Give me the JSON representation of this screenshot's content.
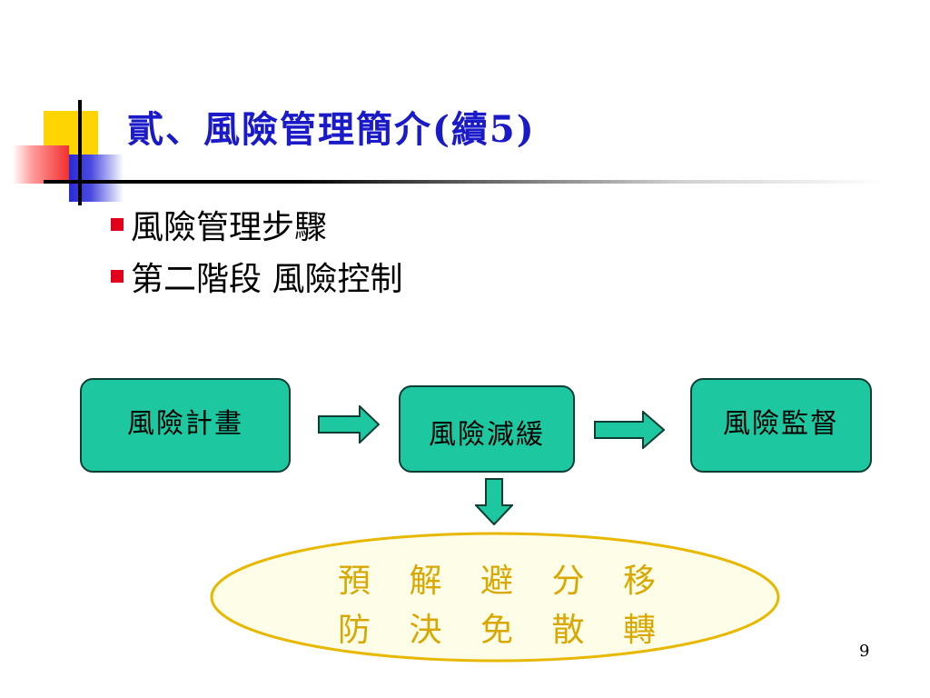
{
  "slide": {
    "title": "貳、風險管理簡介(續5)",
    "bullets": [
      "風險管理步驟",
      "第二階段 風險控制"
    ],
    "flow": {
      "box1": "風險計畫",
      "box2": "風險減緩",
      "box3": "風險監督"
    },
    "oval": {
      "row1": [
        "預",
        "解",
        "避",
        "分",
        "移"
      ],
      "row2": [
        "防",
        "決",
        "免",
        "散",
        "轉"
      ]
    },
    "page_number": "9",
    "colors": {
      "title": "#1a1ac8",
      "bullet_mark": "#e0001b",
      "box_fill": "#1dc8a0",
      "arrow_fill": "#1dc8a0",
      "oval_text": "#d8a800",
      "oval_border": "#e8b800"
    }
  }
}
